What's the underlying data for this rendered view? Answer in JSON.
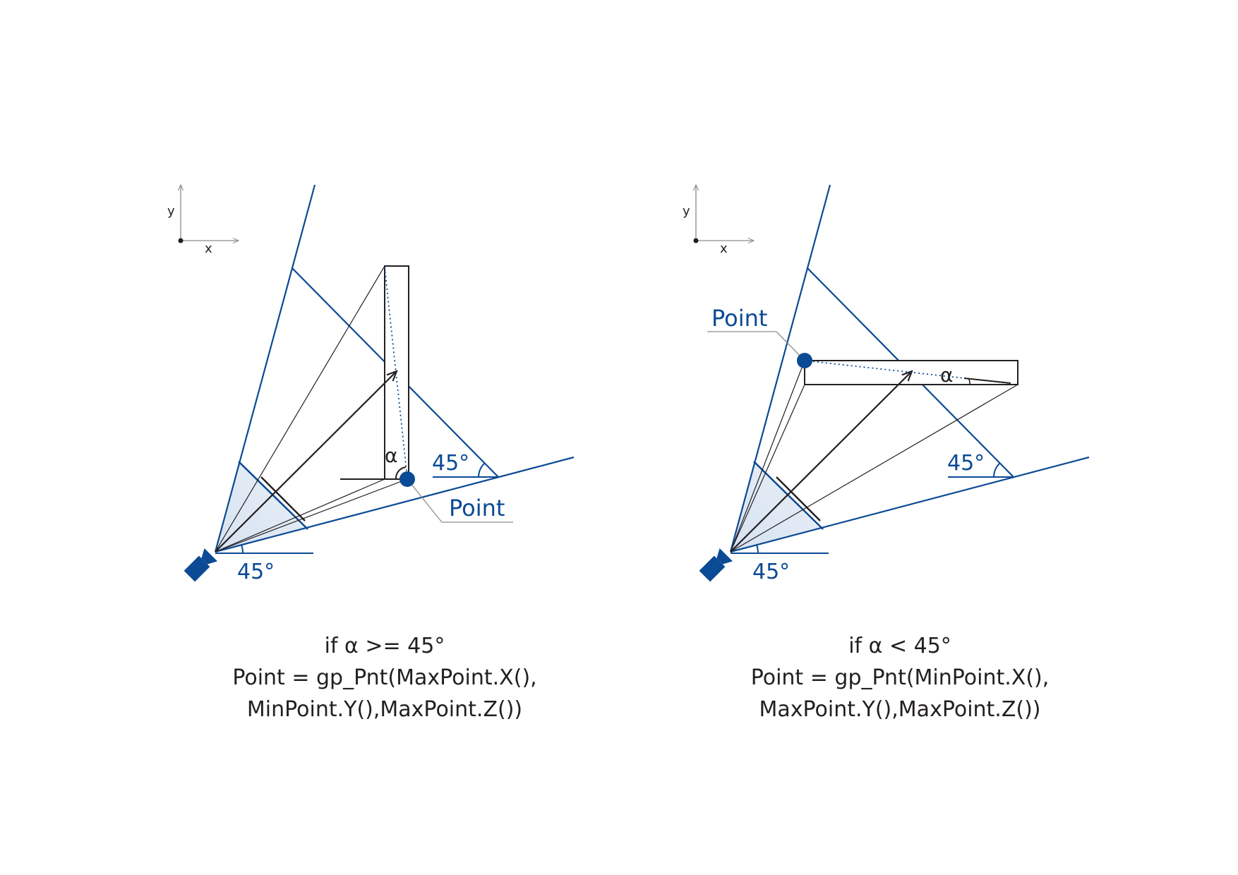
{
  "colors": {
    "blue": "#0b4a94",
    "black": "#231f20",
    "gray": "#8c8c8c",
    "frustum_fill": "#dbe6f3"
  },
  "axes": {
    "x_label": "x",
    "y_label": "y"
  },
  "panels": [
    {
      "point_label": "Point",
      "alpha_label": "α",
      "angle_bottom_label": "45°",
      "angle_right_label": "45°",
      "caption": {
        "line1": "if α >= 45°",
        "line2": "Point = gp_Pnt(MaxPoint.X(),",
        "line3": "MinPoint.Y(),MaxPoint.Z())"
      }
    },
    {
      "point_label": "Point",
      "alpha_label": "α",
      "angle_bottom_label": "45°",
      "angle_right_label": "45°",
      "caption": {
        "line1": "if α < 45°",
        "line2": "Point = gp_Pnt(MinPoint.X(),",
        "line3": "MaxPoint.Y(),MaxPoint.Z())"
      }
    }
  ]
}
